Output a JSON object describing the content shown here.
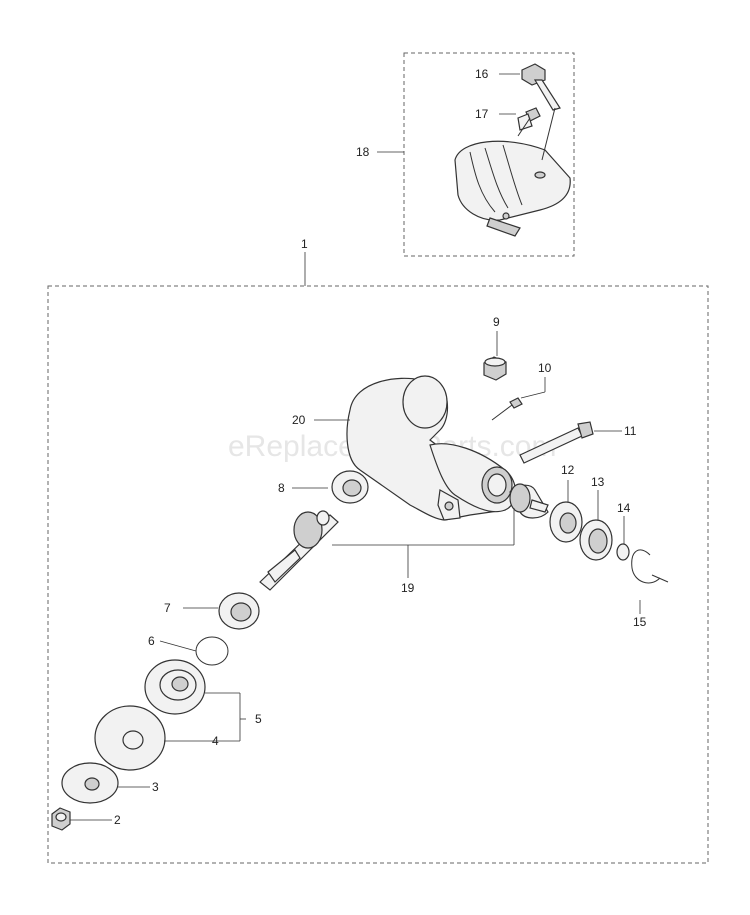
{
  "watermark": "eReplacementParts.com",
  "callouts": {
    "c1": "1",
    "c2": "2",
    "c3": "3",
    "c4": "4",
    "c5": "5",
    "c6": "6",
    "c7": "7",
    "c8": "8",
    "c9": "9",
    "c10": "10",
    "c11": "11",
    "c12": "12",
    "c13": "13",
    "c14": "14",
    "c15": "15",
    "c16": "16",
    "c17": "17",
    "c18": "18",
    "c19": "19",
    "c20": "20"
  }
}
